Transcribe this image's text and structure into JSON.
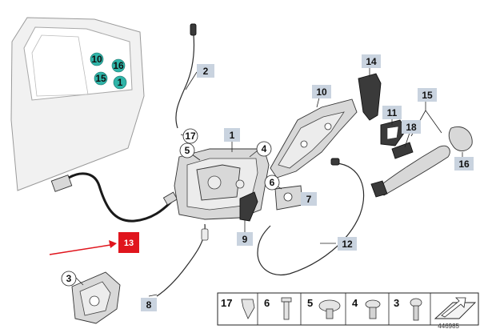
{
  "callouts": {
    "c1": "1",
    "c2": "2",
    "c3": "3",
    "c4": "4",
    "c5": "5",
    "c6": "6",
    "c7": "7",
    "c8": "8",
    "c9": "9",
    "c10": "10",
    "c11": "11",
    "c12": "12",
    "c13": "13",
    "c14": "14",
    "c15": "15",
    "c16": "16",
    "c17": "17",
    "c18": "18"
  },
  "door_badges": {
    "b10": "10",
    "b16": "16",
    "b15": "15",
    "b1": "1"
  },
  "legend": {
    "l17": "17",
    "l6": "6",
    "l5": "5",
    "l4": "4",
    "l3": "3"
  },
  "doc_id": "446985",
  "colors": {
    "callout_fill": "#c9d3df",
    "highlight_red": "#e0151d",
    "door_badge_teal": "#2fb4a8",
    "arrow_red": "#e0151d"
  }
}
